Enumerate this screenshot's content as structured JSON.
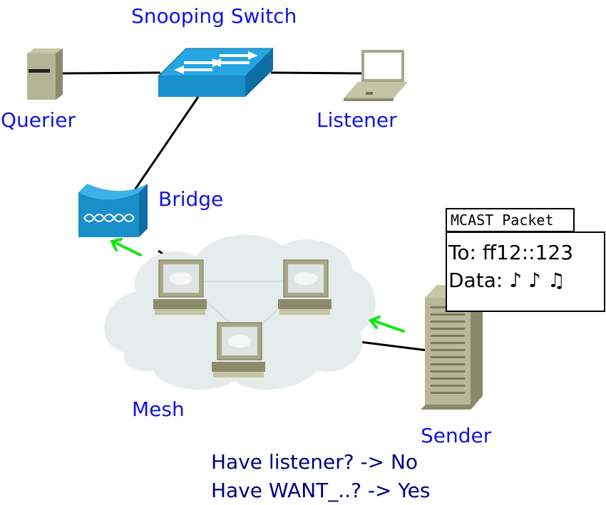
{
  "labels": {
    "switch": "Snooping Switch",
    "querier": "Querier",
    "listener": "Listener",
    "bridge": "Bridge",
    "mesh": "Mesh",
    "sender": "Sender"
  },
  "packet": {
    "title": "MCAST Packet",
    "to": "To: ff12::123",
    "data": "Data: ♪ ♪ ♫"
  },
  "questions": {
    "q1": "Have listener? -> No",
    "q2": "Have WANT_..? -> Yes"
  },
  "colors": {
    "label": "#1414dc",
    "question": "#000080",
    "arrow": "#14e614",
    "switch": "#1d9ad6",
    "cloud": "#e6ebeb"
  },
  "icons": [
    "switch-icon",
    "server-icon",
    "laptop-icon",
    "bridge-icon",
    "workstation-icon",
    "tower-server-icon",
    "cloud-icon",
    "arrow-icon"
  ]
}
